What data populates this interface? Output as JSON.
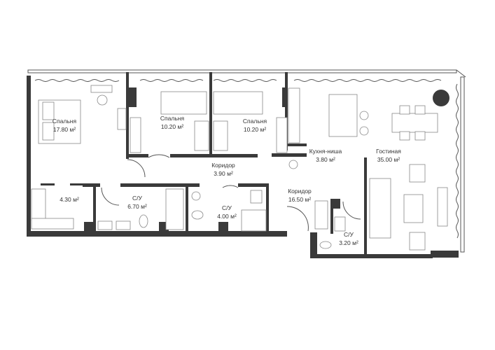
{
  "floor_plan": {
    "rooms": [
      {
        "name": "Спальня",
        "area": "17.80 м²"
      },
      {
        "name": "Спальня",
        "area": "10.20 м²"
      },
      {
        "name": "Спальня",
        "area": "10.20 м²"
      },
      {
        "name": "Кухня-ниша",
        "area": "3.80 м²"
      },
      {
        "name": "Гостиная",
        "area": "35.00 м²"
      },
      {
        "name": "Коридор",
        "area": "3.90 м²"
      },
      {
        "name": "",
        "area": "4.30 м²"
      },
      {
        "name": "С/У",
        "area": "6.70 м²"
      },
      {
        "name": "С/У",
        "area": "4.00 м²"
      },
      {
        "name": "Коридор",
        "area": "16.50 м²"
      },
      {
        "name": "С/У",
        "area": "3.20 м²"
      }
    ],
    "colors": {
      "wall": "#3a3a3a",
      "line": "#888888",
      "background": "#ffffff"
    }
  }
}
